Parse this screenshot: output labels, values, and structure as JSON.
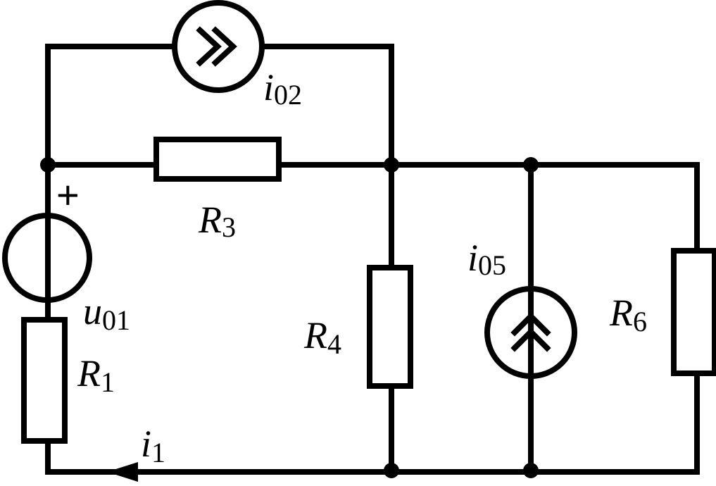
{
  "diagram": {
    "type": "electrical-circuit",
    "components": {
      "u01": {
        "symbol": "u",
        "subscript": "01",
        "kind": "voltage-source",
        "polarity": "+"
      },
      "i02": {
        "symbol": "i",
        "subscript": "02",
        "kind": "current-source"
      },
      "i05": {
        "symbol": "i",
        "subscript": "05",
        "kind": "current-source"
      },
      "R1": {
        "symbol": "R",
        "subscript": "1",
        "kind": "resistor"
      },
      "R3": {
        "symbol": "R",
        "subscript": "3",
        "kind": "resistor"
      },
      "R4": {
        "symbol": "R",
        "subscript": "4",
        "kind": "resistor"
      },
      "R6": {
        "symbol": "R",
        "subscript": "6",
        "kind": "resistor"
      }
    },
    "current": {
      "symbol": "i",
      "subscript": "1",
      "direction": "left"
    }
  }
}
